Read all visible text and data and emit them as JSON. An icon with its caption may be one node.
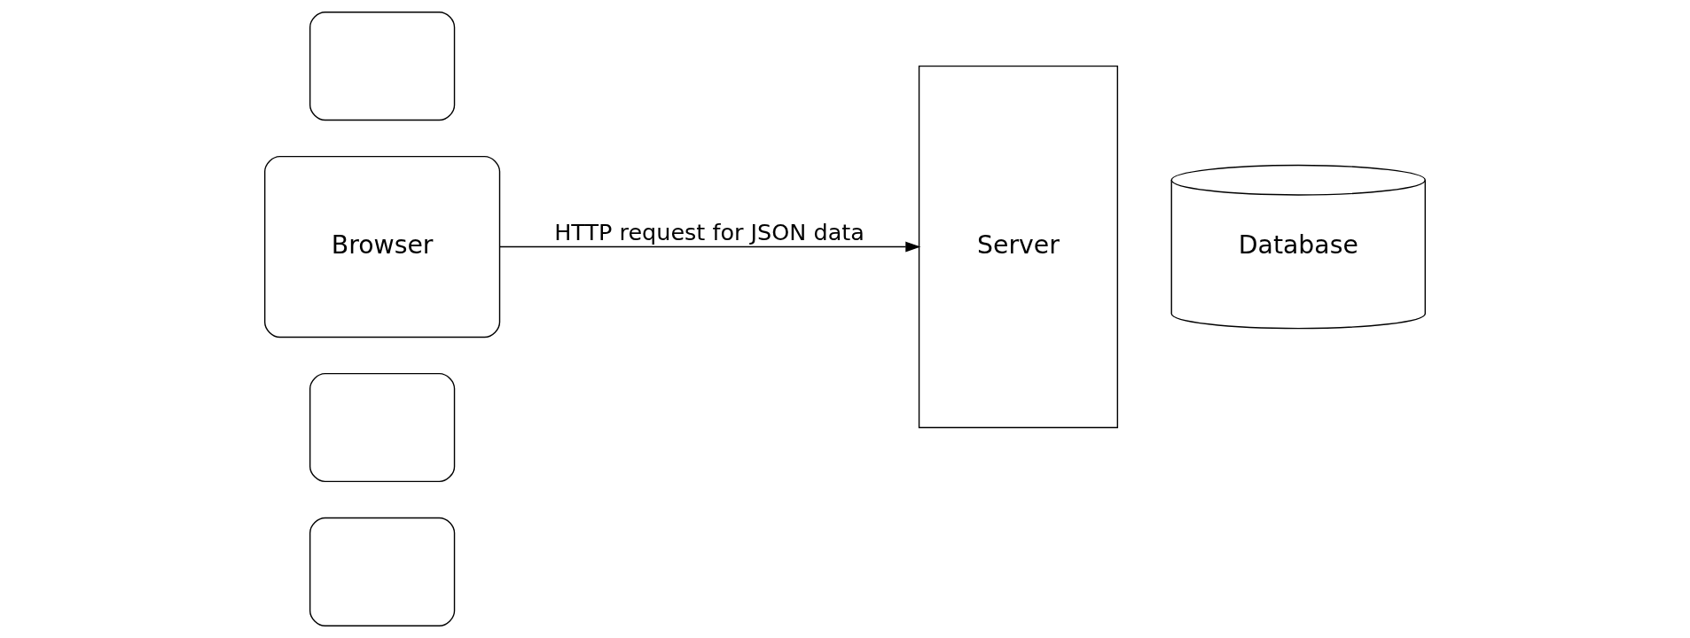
{
  "diagram": {
    "nodes": [
      {
        "text": [],
        "shape": "box"
      },
      {
        "text": [],
        "shape": "box"
      },
      {
        "text": [
          "Browser"
        ]
      },
      {
        "text": [],
        "shape": "box"
      },
      {
        "text": [
          "Server"
        ]
      },
      {
        "text": [
          "Database"
        ]
      }
    ],
    "edges": [
      {
        "from": 2,
        "to": 4,
        "arrow": "to",
        "label": "HTTP request for JSON data"
      }
    ]
  }
}
